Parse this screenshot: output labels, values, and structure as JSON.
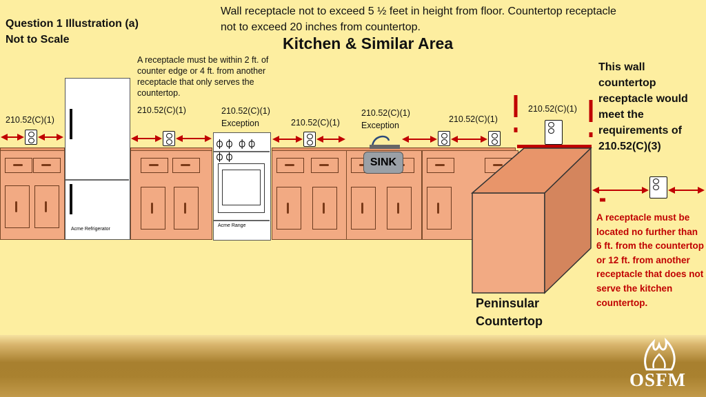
{
  "slide": {
    "question_title": "Question 1 Illustration (a)",
    "not_to_scale": "Not to Scale",
    "top_note": "Wall receptacle not to exceed 5 ½ feet in height from floor. Countertop receptacle not to exceed 20 inches from countertop.",
    "main_title": "Kitchen & Similar Area"
  },
  "notes": {
    "within_2ft": "A receptacle must be within 2 ft. of counter edge or 4 ft. from another receptacle that only serves the countertop.",
    "peninsular_meets": "This wall countertop receptacle would meet the requirements of 210.52(C)(3)",
    "six_ft_rule": "A receptacle must be located no further than 6 ft. from the countertop or 12 ft. from another receptacle that does not serve the kitchen countertop."
  },
  "code_labels": {
    "c1_a": "210.52(C)(1)",
    "c1_b": "210.52(C)(1)",
    "c1_exc_range": "210.52(C)(1)",
    "exception_range": "Exception",
    "c1_c": "210.52(C)(1)",
    "c1_exc_sink": "210.52(C)(1)",
    "exception_sink": "Exception",
    "c1_d": "210.52(C)(1)",
    "c1_e": "210.52(C)(1)"
  },
  "appliances": {
    "fridge_label": "Acme Refrigerator",
    "range_label": "Acme Range",
    "sink_label": "SINK"
  },
  "peninsula_label": "Peninsular Countertop",
  "logo_text": "OSFM",
  "colors": {
    "background": "#fdeea0",
    "cabinet": "#f2aa83",
    "arrow_red": "#c00000",
    "note_red": "#c00000",
    "sink_gray": "#9aa0a6"
  }
}
